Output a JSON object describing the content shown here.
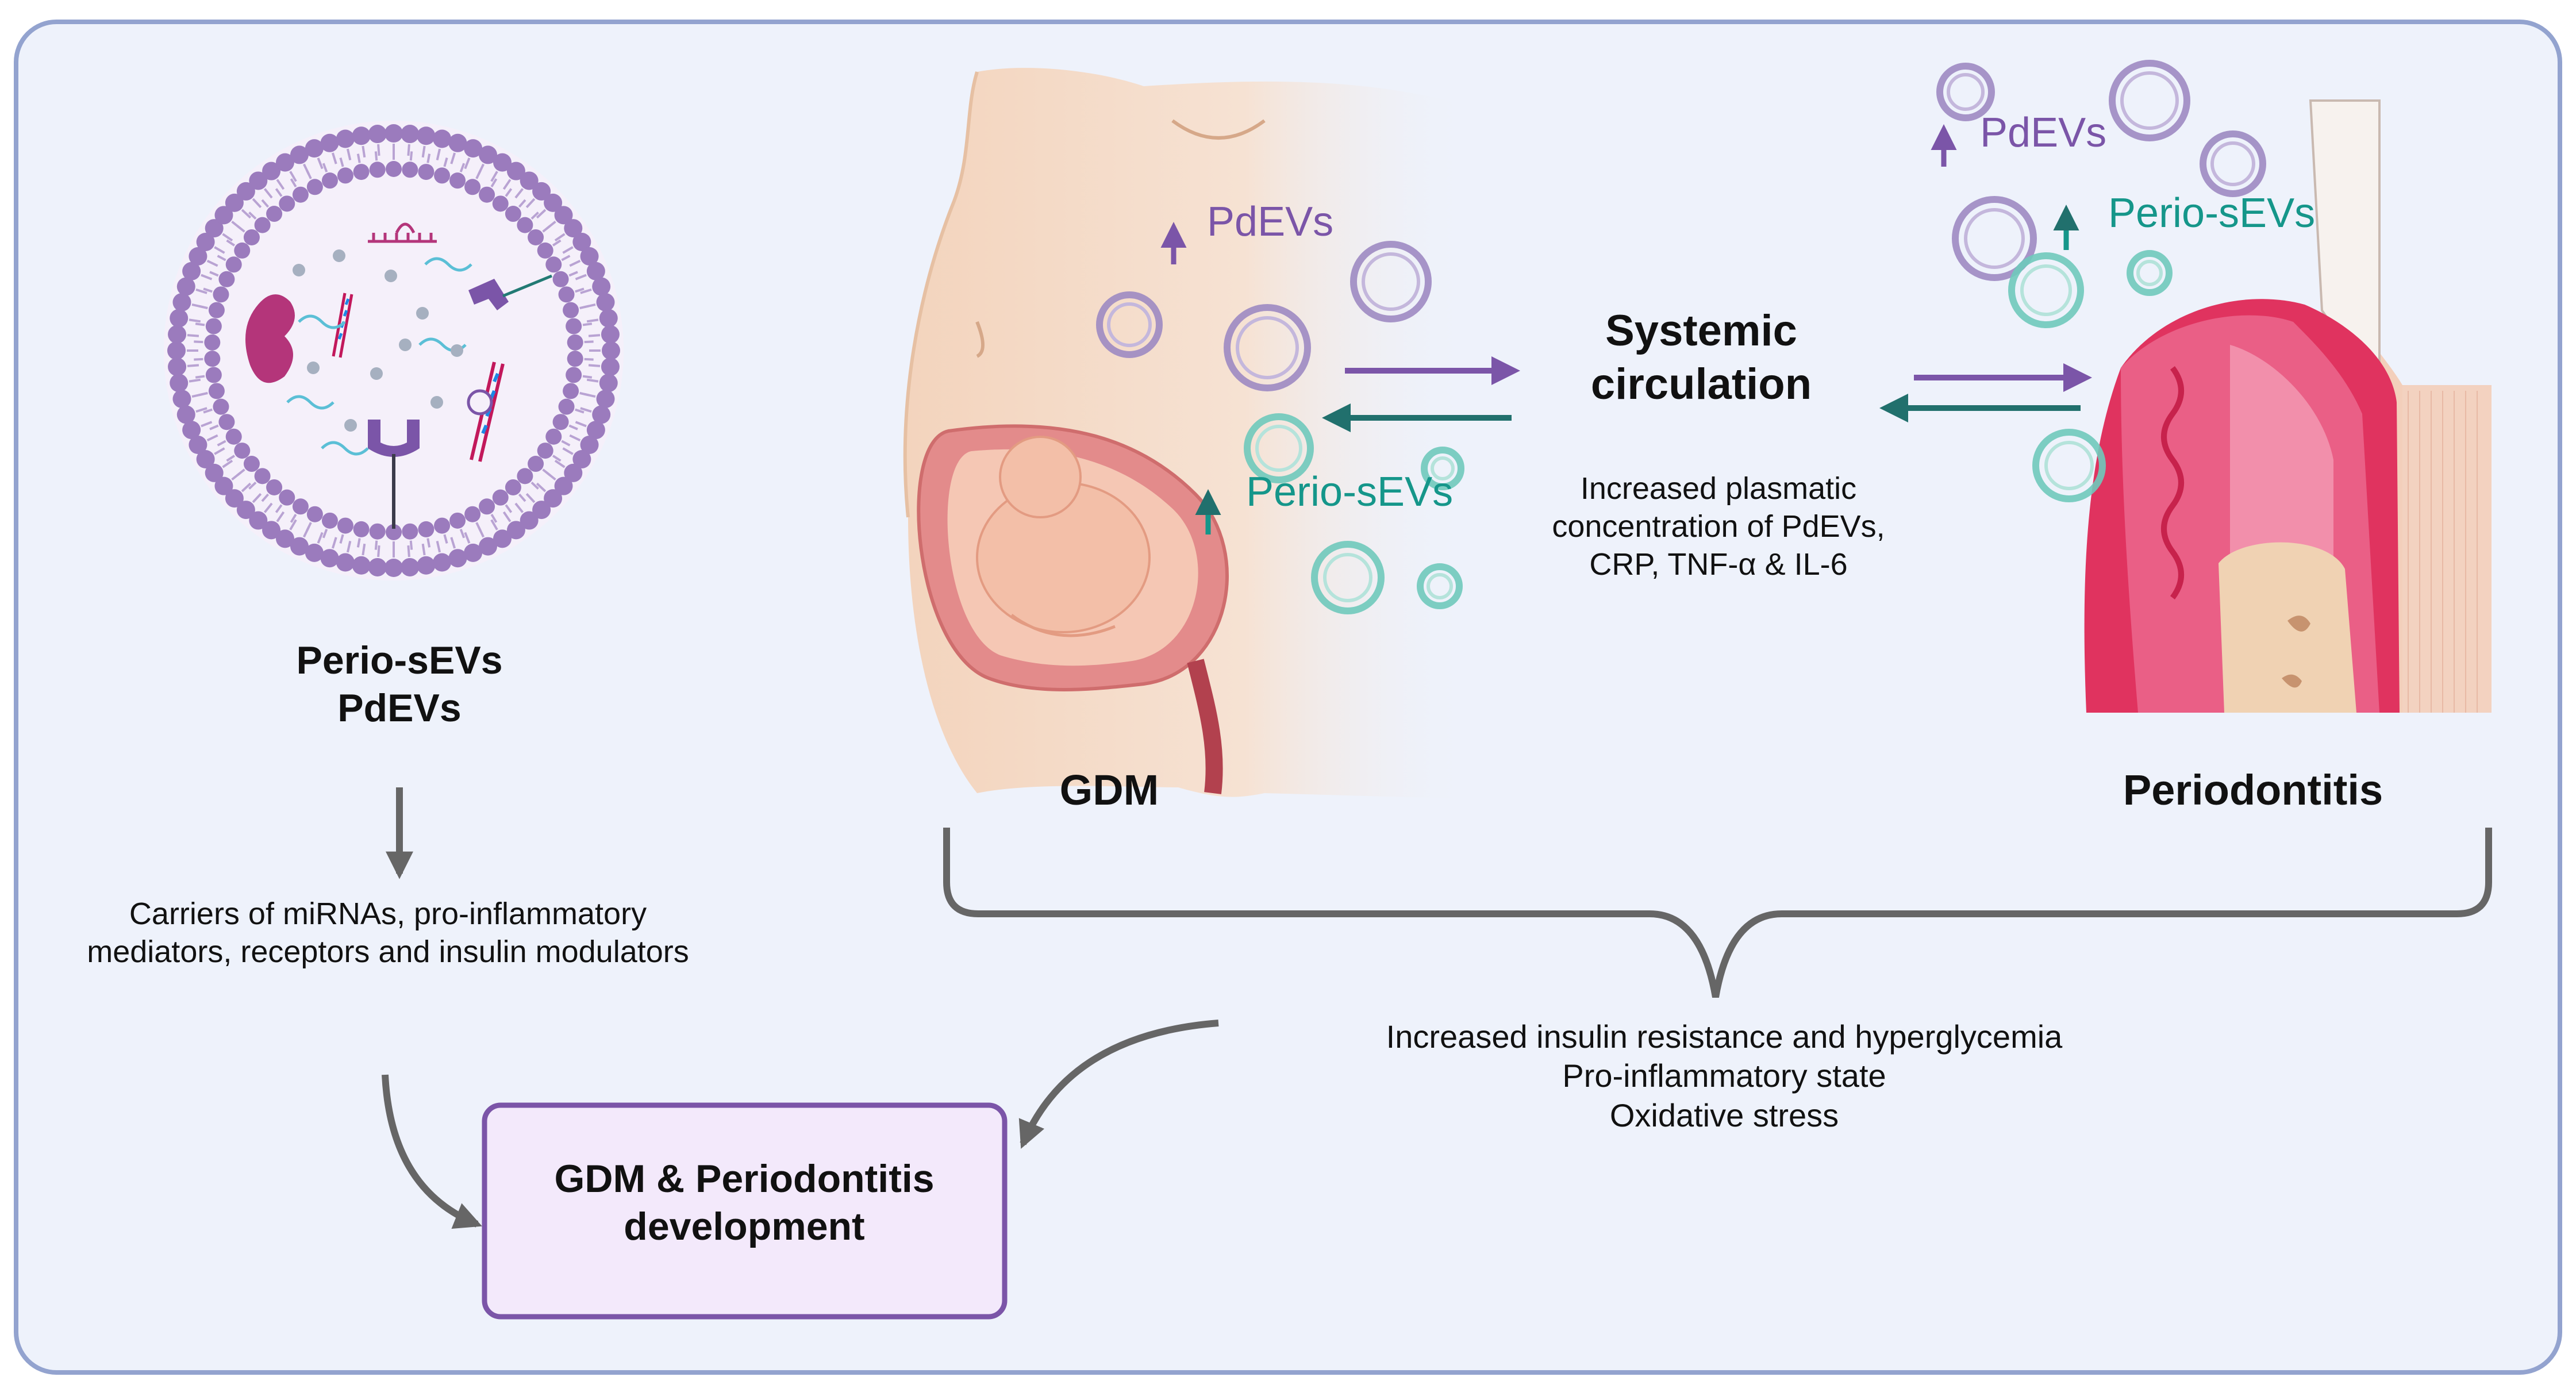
{
  "vesicle": {
    "label_line1": "Perio-sEVs",
    "label_line2": "PdEVs",
    "description": "Carriers of miRNAs, pro-inflammatory mediators, receptors and insulin modulators"
  },
  "gdm_panel": {
    "title": "GDM",
    "pdevs_label": "PdEVs",
    "periosevs_label": "Perio-sEVs"
  },
  "circulation": {
    "title_line1": "Systemic",
    "title_line2": "circulation",
    "description_line1": "Increased plasmatic",
    "description_line2": "concentration of PdEVs,",
    "description_line3": "CRP, TNF-α & IL-6"
  },
  "periodontitis_panel": {
    "title": "Periodontitis",
    "pdevs_label": "PdEVs",
    "periosevs_label": "Perio-sEVs"
  },
  "effects": {
    "line1": "Increased insulin resistance and hyperglycemia",
    "line2": "Pro-inflammatory state",
    "line3": "Oxidative stress"
  },
  "outcome": {
    "line1": "GDM & Periodontitis",
    "line2": "development"
  },
  "colors": {
    "purple": "#7b55a8",
    "teal": "#15968a",
    "background": "#eef2fb",
    "border": "#93a3cf"
  }
}
